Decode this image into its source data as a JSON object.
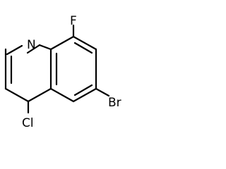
{
  "molecule": {
    "atoms": {
      "nitrogen": "N",
      "fluorine": "F",
      "bromine": "Br",
      "chlorine": "Cl"
    }
  }
}
